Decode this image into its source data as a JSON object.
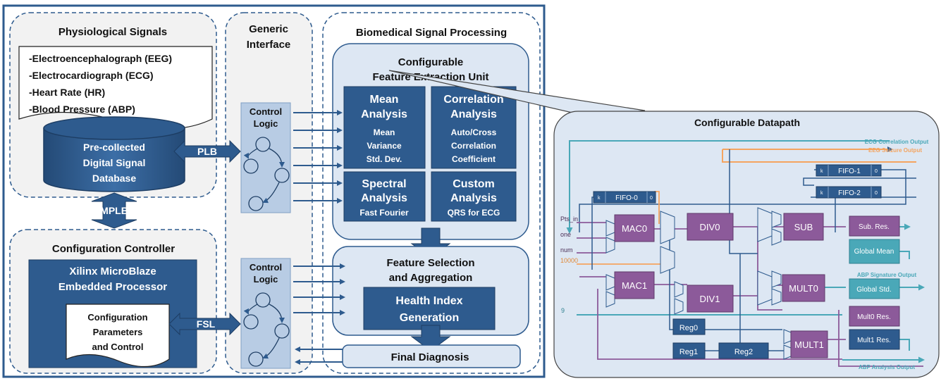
{
  "left": {
    "physio": {
      "title": "Physiological Signals",
      "signals": [
        "-Electroencephalograph (EEG)",
        "-Electrocardiograph (ECG)",
        "-Heart Rate (HR)",
        "-Blood Pressure (ABP)"
      ],
      "db": [
        "Pre-collected",
        "Digital Signal",
        "Database"
      ]
    },
    "generic": {
      "title": [
        "Generic",
        "Interface"
      ],
      "control": [
        "Control",
        "Logic"
      ]
    },
    "bsp": {
      "title": "Biomedical Signal Processing",
      "cfeu": [
        "Configurable",
        "Feature Extraction Unit"
      ],
      "units": [
        {
          "title": [
            "Mean",
            "Analysis"
          ],
          "sub": [
            "Mean",
            "Variance",
            "Std. Dev."
          ]
        },
        {
          "title": [
            "Correlation",
            "Analysis"
          ],
          "sub": [
            "Auto/Cross",
            "Correlation",
            "Coefficient"
          ]
        },
        {
          "title": [
            "Spectral",
            "Analysis"
          ],
          "sub": [
            "Fast Fourier"
          ]
        },
        {
          "title": [
            "Custom",
            "Analysis"
          ],
          "sub": [
            "QRS for ECG"
          ]
        }
      ],
      "fsa": [
        "Feature Selection",
        "and Aggregation"
      ],
      "hig": [
        "Health Index",
        "Generation"
      ],
      "final": "Final Diagnosis"
    },
    "config": {
      "title": "Configuration Controller",
      "proc": [
        "Xilinx MicroBlaze",
        "Embedded Processor"
      ],
      "params": [
        "Configuration",
        "Parameters",
        "and Control"
      ]
    },
    "bus": {
      "plb": "PLB",
      "mplb": "MPLB",
      "fsl": "FSL"
    }
  },
  "datapath": {
    "title": "Configurable Datapath",
    "outputs": {
      "ecg_corr": "ECG Correlation Output",
      "eeg_seizure": "EEG Seizure Output",
      "abp_sig": "ABP Signature Output",
      "abp_analysis": "ABP Analysis Output"
    },
    "inputs": [
      "Pts_in",
      "one",
      "num",
      "10000",
      "9"
    ],
    "fifo": {
      "f0": "FIFO-0",
      "f1": "FIFO-1",
      "f2": "FIFO-2",
      "k": "k",
      "zero": "0"
    },
    "ops": [
      "MAC0",
      "MAC1",
      "DIV0",
      "DIV1",
      "SUB",
      "MULT0",
      "MULT1"
    ],
    "regs": [
      "Reg0",
      "Reg1",
      "Reg2"
    ],
    "results": [
      "Sub. Res.",
      "Global Mean",
      "Global Std.",
      "Mult0 Res.",
      "Mult1 Res."
    ]
  },
  "colors": {
    "dark": "#2e5b8e",
    "light": "#dde7f3",
    "purple": "#8c5a9a",
    "teal": "#4aa8b8",
    "orange": "#f4a460"
  }
}
